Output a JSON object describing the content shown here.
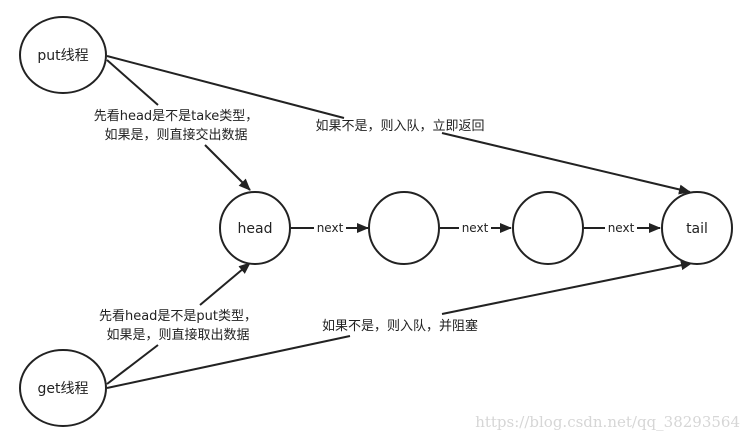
{
  "nodes": {
    "put": "put线程",
    "get": "get线程",
    "head": "head",
    "middle1": "",
    "middle2": "",
    "tail": "tail"
  },
  "edges": {
    "next_label": "next",
    "put_to_head": [
      "先看head是不是take类型，",
      "如果是，则直接交出数据"
    ],
    "put_to_tail": "如果不是，则入队，立即返回",
    "get_to_head": [
      "先看head是不是put类型，",
      "如果是，则直接取出数据"
    ],
    "get_to_tail": "如果不是，则入队，并阻塞"
  },
  "watermark": "https://blog.csdn.net/qq_38293564"
}
